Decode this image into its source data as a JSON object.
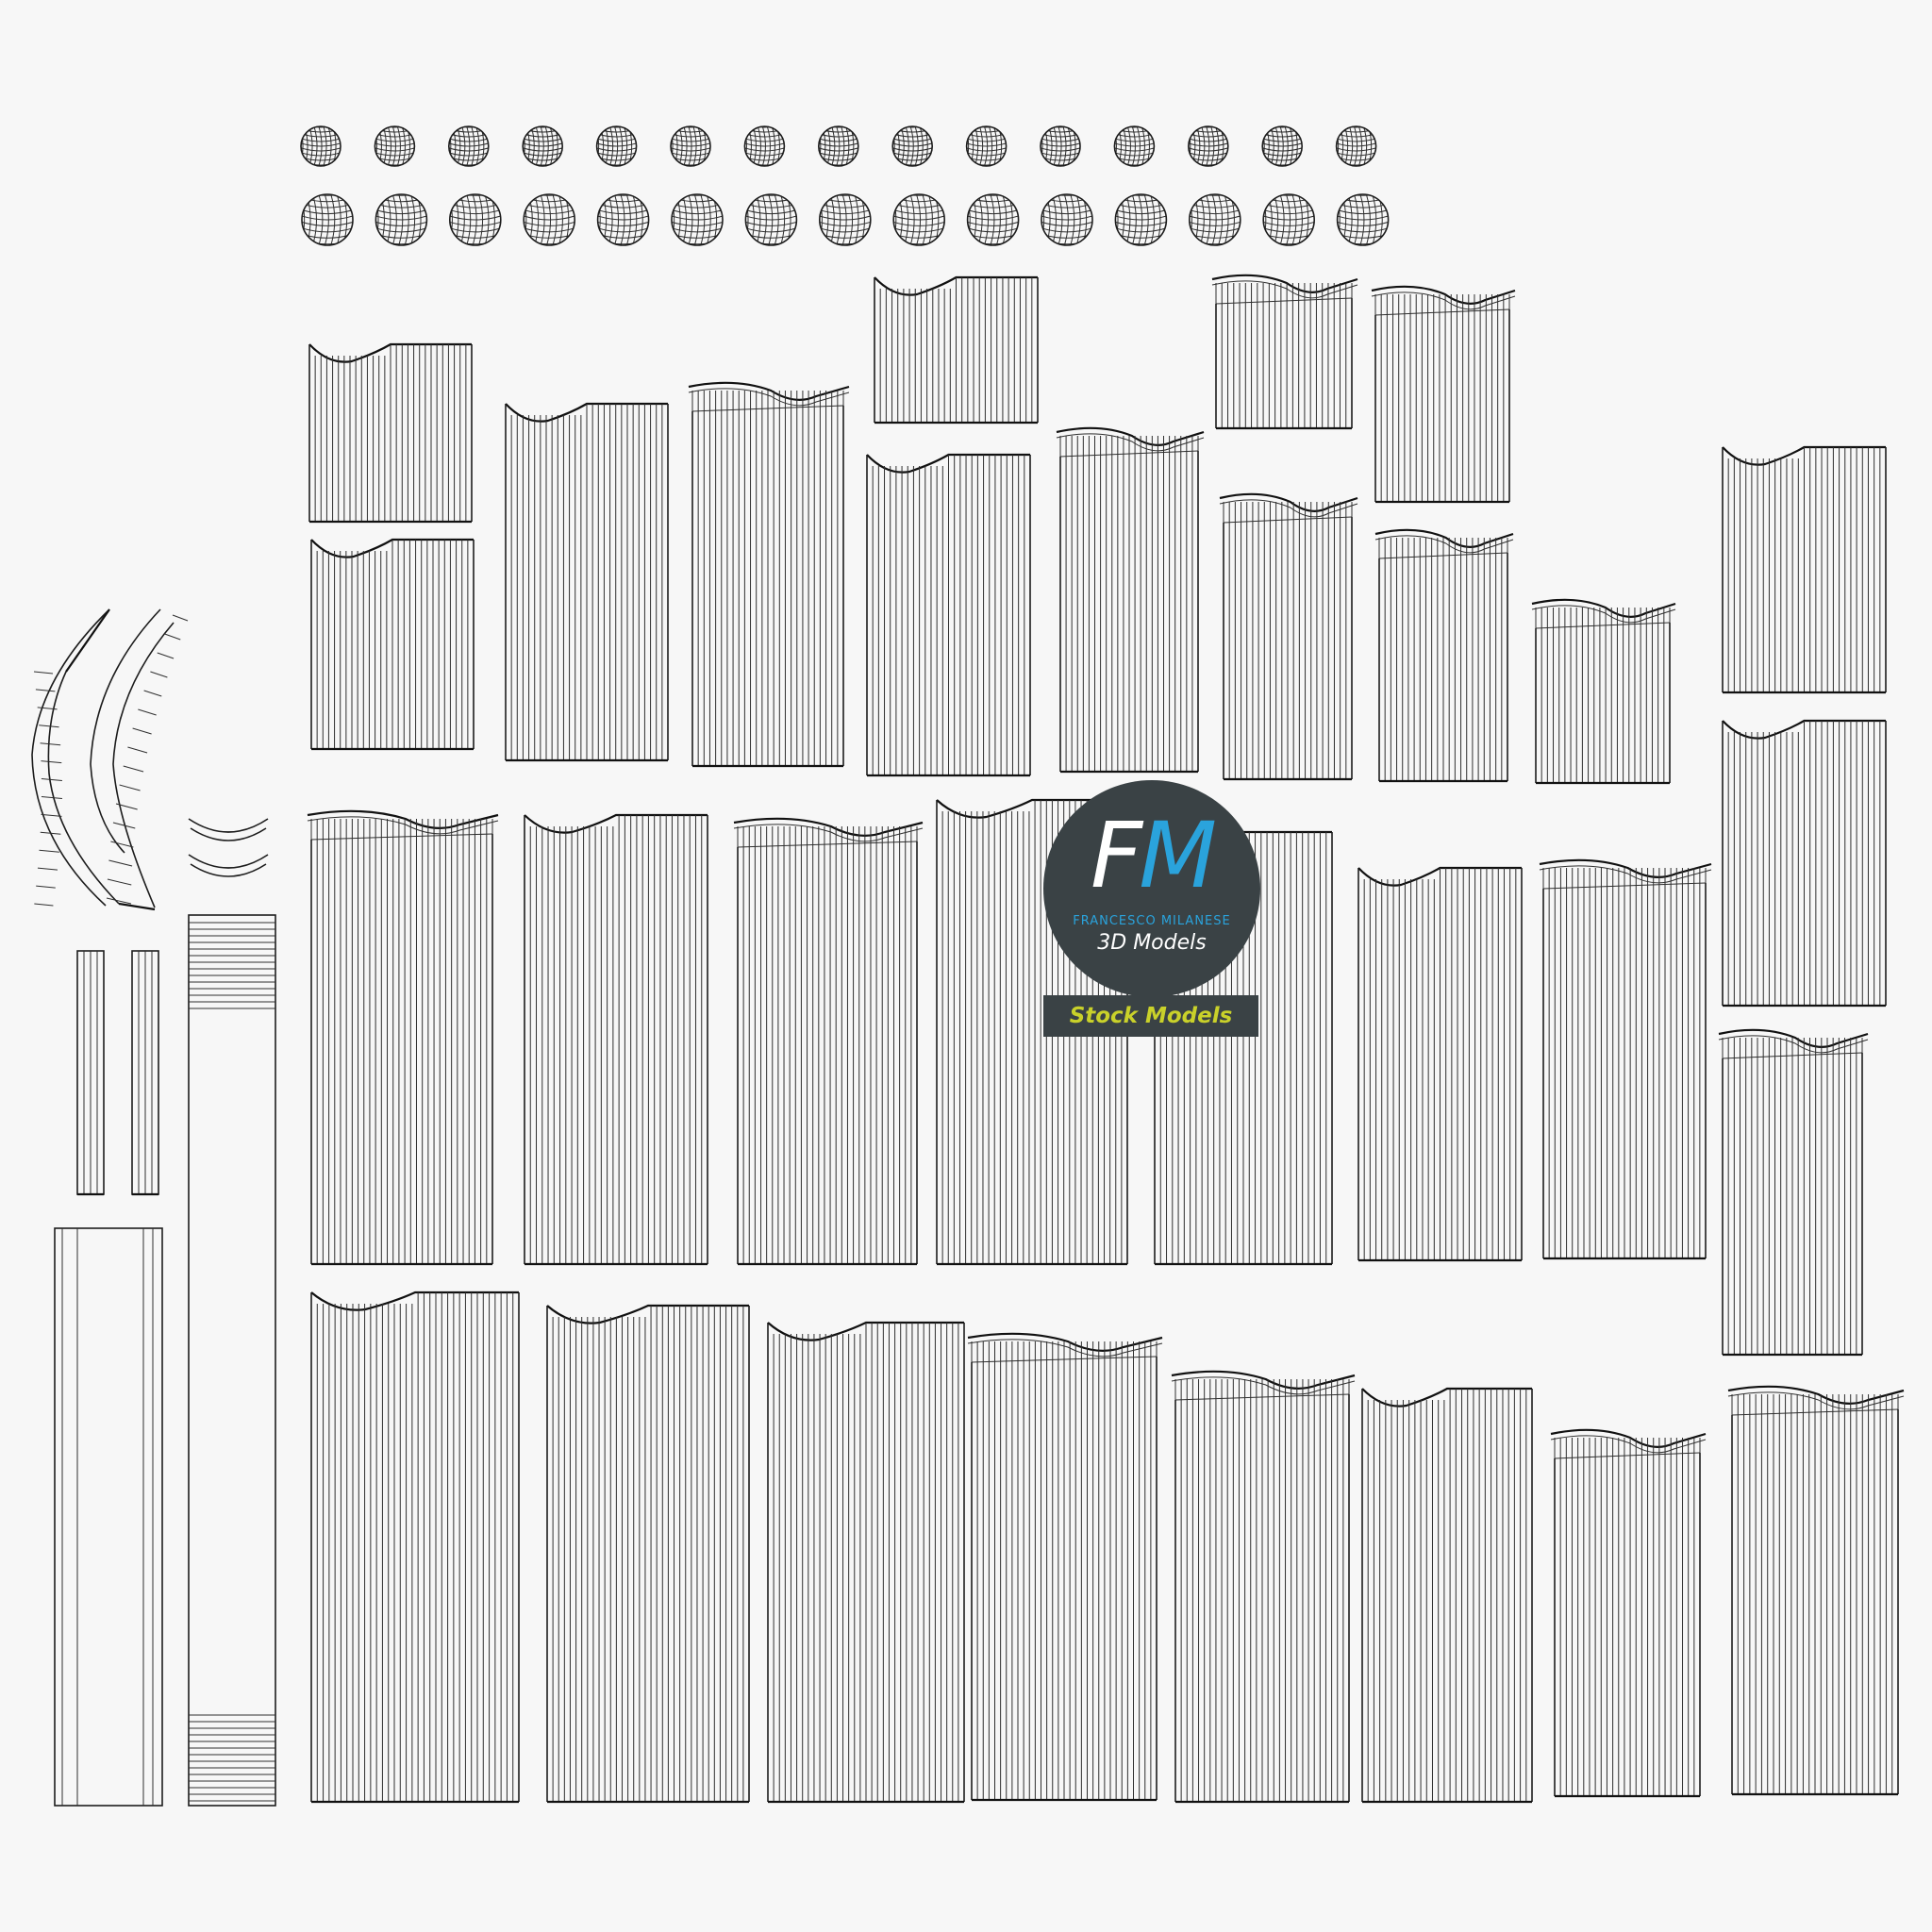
{
  "logo": {
    "mark_f": "F",
    "mark_m": "M",
    "brand": "FRANCESCO MILANESE",
    "subtitle": "3D Models",
    "banner": "Stock Models"
  },
  "colors": {
    "background": "#f7f7f7",
    "wire": "#2f2f2f",
    "logo_bg": "#3a4245",
    "logo_accent": "#2aa3dc",
    "banner_text": "#c9d12a"
  }
}
